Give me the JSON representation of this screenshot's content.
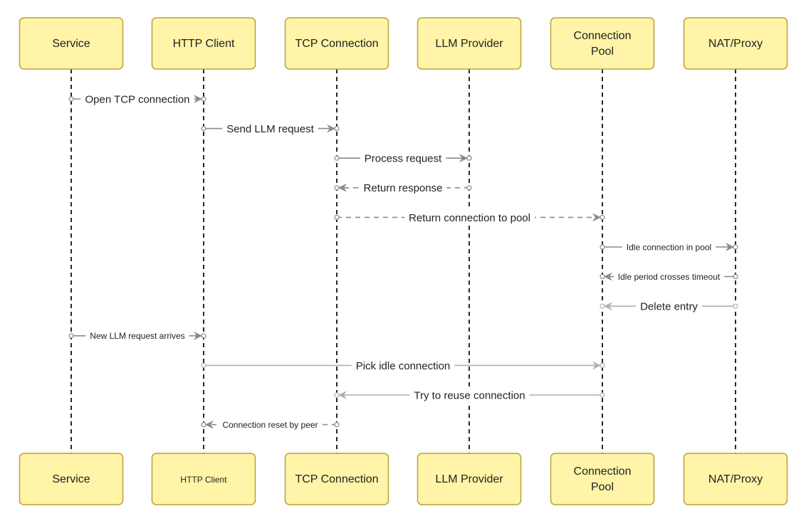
{
  "participants": [
    {
      "key": "service",
      "label": "Service",
      "bottom_label": "Service"
    },
    {
      "key": "http-client",
      "label": "HTTP Client",
      "bottom_label": "HTTP Client"
    },
    {
      "key": "tcp-connection",
      "label": "TCP Connection",
      "bottom_label": "TCP Connection"
    },
    {
      "key": "llm-provider",
      "label": "LLM Provider",
      "bottom_label": "LLM Provider"
    },
    {
      "key": "connection-pool",
      "label": "Connection\nPool",
      "bottom_label": "Connection\nPool"
    },
    {
      "key": "nat-proxy",
      "label": "NAT/Proxy",
      "bottom_label": "NAT/Proxy"
    }
  ],
  "messages": [
    {
      "from": 0,
      "to": 1,
      "label": "Open TCP connection",
      "style": "solid"
    },
    {
      "from": 1,
      "to": 2,
      "label": "Send LLM request",
      "style": "solid"
    },
    {
      "from": 2,
      "to": 3,
      "label": "Process request",
      "style": "solid"
    },
    {
      "from": 3,
      "to": 2,
      "label": "Return response",
      "style": "dashed"
    },
    {
      "from": 2,
      "to": 4,
      "label": "Return connection to pool",
      "style": "dashed"
    },
    {
      "from": 4,
      "to": 5,
      "label": "Idle connection in pool",
      "style": "solid",
      "small": true
    },
    {
      "from": 5,
      "to": 4,
      "label": "Idle period crosses timeout",
      "style": "solid",
      "small": true
    },
    {
      "from": 5,
      "to": 4,
      "label": "Delete entry",
      "style": "solid"
    },
    {
      "from": 0,
      "to": 1,
      "label": "New LLM request arrives",
      "style": "solid",
      "small": true
    },
    {
      "from": 1,
      "to": 4,
      "label": "Pick idle connection",
      "style": "solid"
    },
    {
      "from": 4,
      "to": 2,
      "label": "Try to reuse connection",
      "style": "solid"
    },
    {
      "from": 2,
      "to": 1,
      "label": "Connection reset by peer",
      "style": "dashed",
      "small": true
    }
  ],
  "colors": {
    "box_fill": "#fff4a8",
    "box_stroke": "#b8a23a",
    "lifeline": "#111111",
    "arrow": "#8a8a8a",
    "arrow_light": "#b0b0b0"
  }
}
